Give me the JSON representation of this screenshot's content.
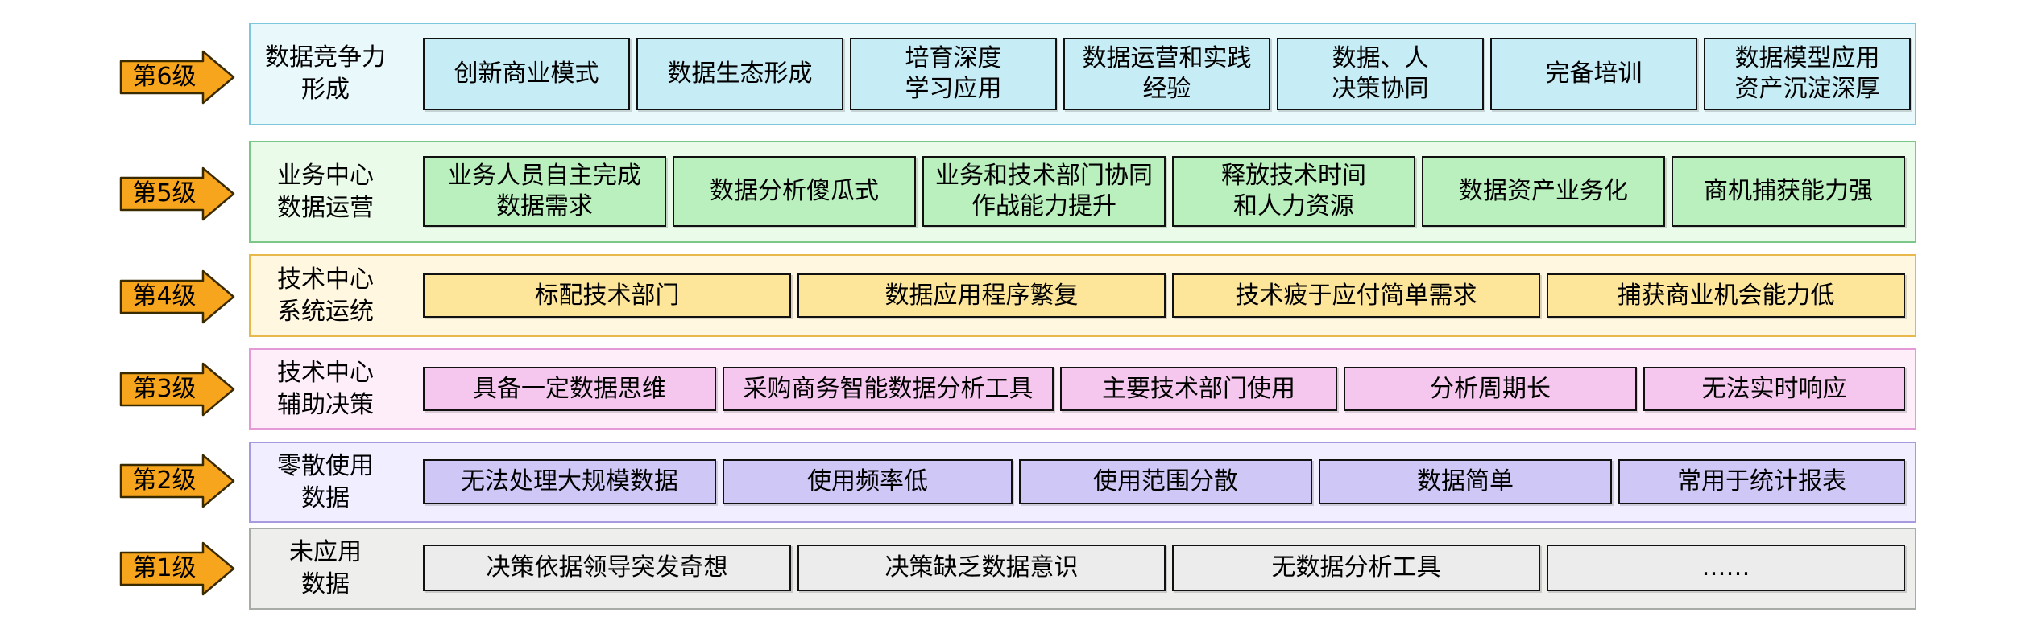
{
  "colors": {
    "arrow_fill": "#f7a51c",
    "arrow_stroke": "#3a2a00",
    "level6": {
      "band_bg": "#e8f8fb",
      "band_border": "#7cc7dd",
      "cell_bg": "#c6ecf5"
    },
    "level5": {
      "band_bg": "#eafbea",
      "band_border": "#7cc68a",
      "cell_bg": "#b9f0bd"
    },
    "level4": {
      "band_bg": "#fff7e0",
      "band_border": "#e8b84a",
      "cell_bg": "#fde59a"
    },
    "level3": {
      "band_bg": "#fdeefa",
      "band_border": "#e59ad8",
      "cell_bg": "#f6c7ee"
    },
    "level2": {
      "band_bg": "#f1efff",
      "band_border": "#a99ae0",
      "cell_bg": "#cfc7f6"
    },
    "level1": {
      "band_bg": "#eeeeec",
      "band_border": "#a8aca6",
      "cell_bg": "#ececec"
    }
  },
  "levels": [
    {
      "badge": "第6级",
      "title": "数据竞争力\n形成",
      "items": [
        "创新商业模式",
        "数据生态形成",
        "培育深度\n学习应用",
        "数据运营和实践\n经验",
        "数据、人\n决策协同",
        "完备培训",
        "数据模型应用\n资产沉淀深厚"
      ]
    },
    {
      "badge": "第5级",
      "title": "业务中心\n数据运营",
      "items": [
        "业务人员自主完成\n数据需求",
        "数据分析傻瓜式",
        "业务和技术部门协同\n作战能力提升",
        "释放技术时间\n和人力资源",
        "数据资产业务化",
        "商机捕获能力强"
      ]
    },
    {
      "badge": "第4级",
      "title": "技术中心\n系统运统",
      "items": [
        "标配技术部门",
        "数据应用程序繁复",
        "技术疲于应付简单需求",
        "捕获商业机会能力低"
      ]
    },
    {
      "badge": "第3级",
      "title": "技术中心\n辅助决策",
      "items": [
        "具备一定数据思维",
        "采购商务智能数据分析工具",
        "主要技术部门使用",
        "分析周期长",
        "无法实时响应"
      ]
    },
    {
      "badge": "第2级",
      "title": "零散使用\n数据",
      "items": [
        "无法处理大规模数据",
        "使用频率低",
        "使用范围分散",
        "数据简单",
        "常用于统计报表"
      ]
    },
    {
      "badge": "第1级",
      "title": "未应用\n数据",
      "items": [
        "决策依据领导突发奇想",
        "决策缺乏数据意识",
        "无数据分析工具",
        "……"
      ]
    }
  ]
}
